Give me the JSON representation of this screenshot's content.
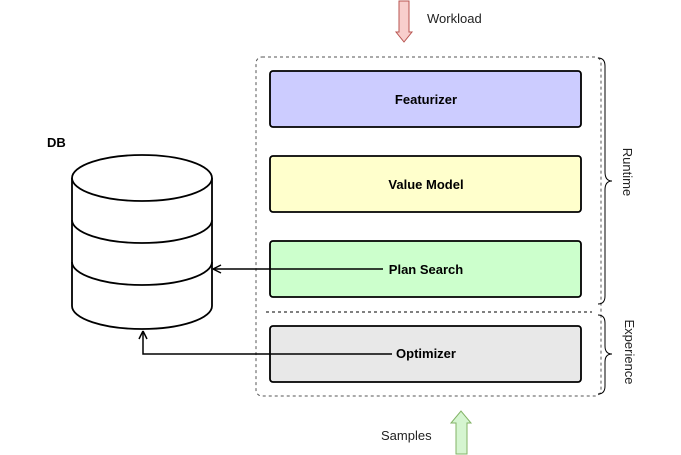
{
  "db": {
    "label": "DB"
  },
  "inputs": {
    "workload": "Workload",
    "samples": "Samples"
  },
  "components": {
    "featurizer": "Featurizer",
    "value_model": "Value Model",
    "plan_search": "Plan Search",
    "optimizer": "Optimizer"
  },
  "phases": {
    "runtime": "Runtime",
    "experience": "Experience"
  },
  "colors": {
    "featurizer": "#ccccff",
    "value_model": "#ffffcc",
    "plan_search": "#ccffcc",
    "optimizer": "#e8e8e8",
    "workload_arrow": "#f8cecc",
    "samples_arrow": "#d5f5d0"
  }
}
